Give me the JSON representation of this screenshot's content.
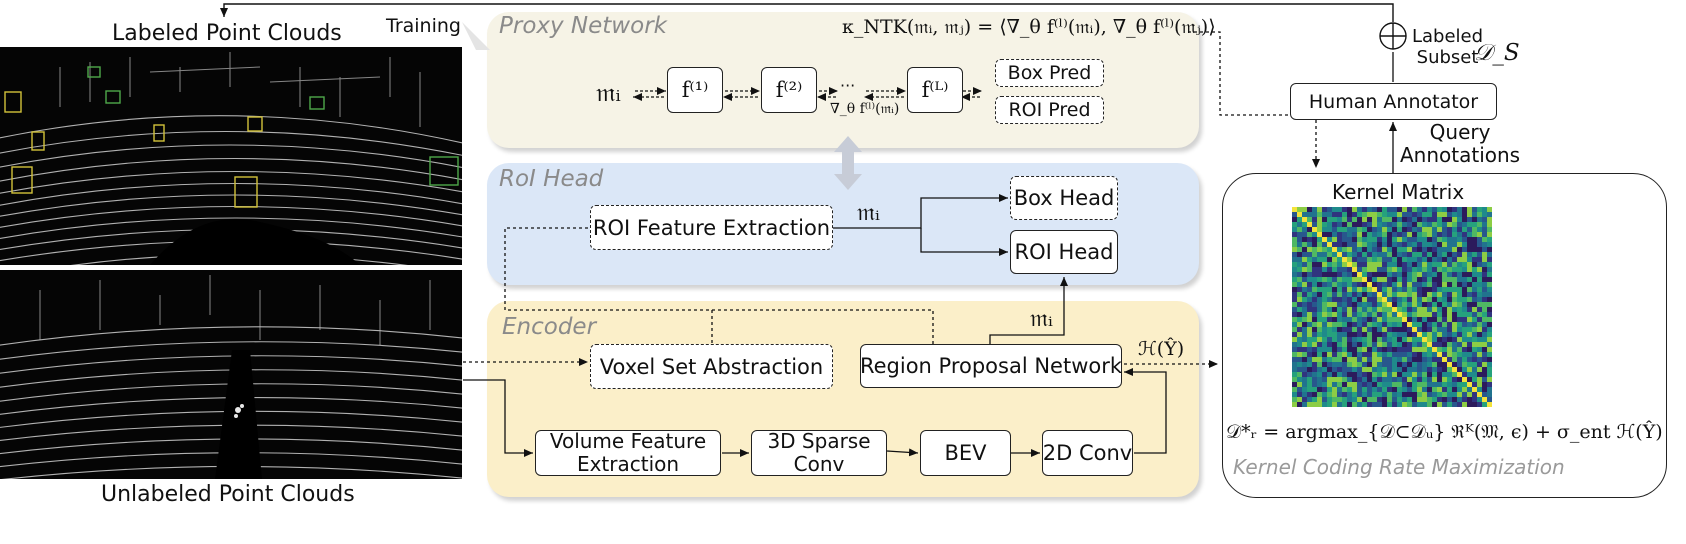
{
  "images": {
    "labeled_caption": "Labeled Point Clouds",
    "unlabeled_caption": "Unlabeled Point Clouds"
  },
  "training_label": "Training",
  "proxy_network": {
    "title": "Proxy Network",
    "ntk_formula": "κ_NTK(𝔪ᵢ, 𝔪ⱼ) = ⟨∇_θ f⁽ˡ⁾(𝔪ᵢ), ∇_θ f⁽ˡ⁾(𝔪ⱼ)⟩",
    "input": "𝔪ᵢ",
    "f1": "f⁽¹⁾",
    "f2": "f⁽²⁾",
    "dots": "···",
    "fL": "f⁽ᴸ⁾",
    "grad_label": "∇_θ f⁽ˡ⁾(𝔪ᵢ)",
    "box_pred": "Box Pred",
    "roi_pred": "ROI Pred"
  },
  "roi_head": {
    "title": "RoI Head",
    "roi_feature": "ROI Feature Extraction",
    "m_label": "𝔪ᵢ",
    "box_head": "Box Head",
    "roi_head_box": "ROI Head"
  },
  "encoder": {
    "title": "Encoder",
    "voxel": "Voxel Set Abstraction",
    "rpn": "Region Proposal Network",
    "m_label": "𝔪ᵢ",
    "entropy": "ℋ(Ŷ)",
    "volume": [
      "Volume Feature",
      "Extraction"
    ],
    "sparse": [
      "3D Sparse",
      "Conv"
    ],
    "bev": "BEV",
    "conv2d": "2D Conv"
  },
  "right": {
    "labeled_subset": [
      "Labeled",
      "Subset"
    ],
    "subset_symbol": "𝒟_S",
    "human_annotator": "Human Annotator",
    "query": [
      "Query",
      "Annotations"
    ],
    "kernel_matrix": "Kernel Matrix",
    "objective": "𝒟*ᵣ = argmax_{𝒟⊂𝒟ᵤ} ℜᴷ(𝔐, ϵ) + σ_ent ℋ(Ŷ)",
    "kcrm": "Kernel Coding Rate Maximization"
  },
  "colors": {
    "proxy_bg": "#f6f3e6",
    "roi_bg": "#dbe7f7",
    "encoder_bg": "#fbefc9",
    "kernel_diag": "#f4e33a"
  },
  "icons": {
    "plus": "circle-plus-icon",
    "bidirectional": "double-arrow-icon"
  }
}
